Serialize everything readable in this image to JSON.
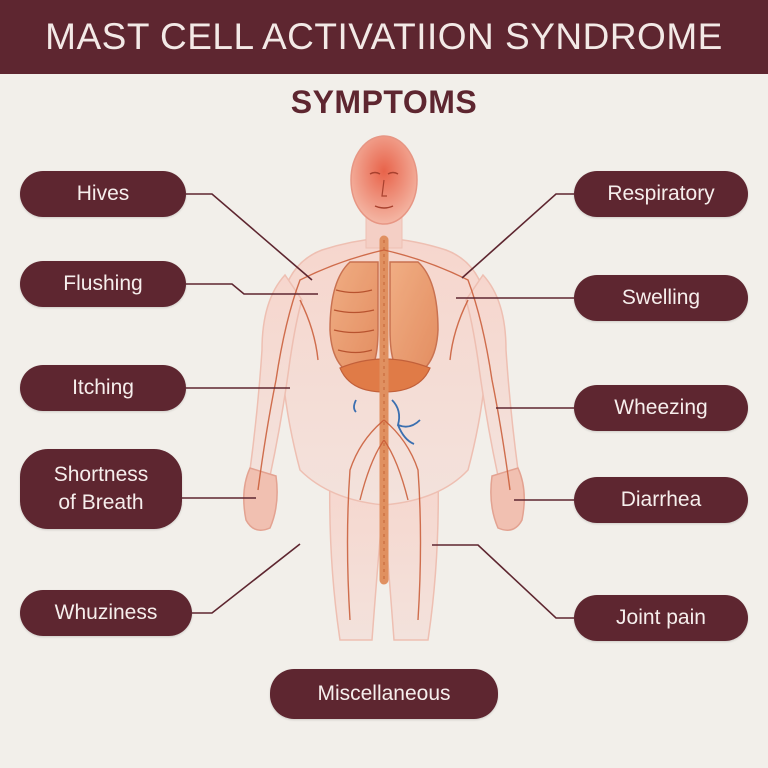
{
  "header": {
    "title": "MAST CELL ACTIVATIION SYNDROME",
    "subtitle": "SYMPTOMS"
  },
  "symptoms": {
    "left": [
      {
        "label": "Hives"
      },
      {
        "label": "Flushing"
      },
      {
        "label": "Itching"
      },
      {
        "label": "Shortness\nof Breath"
      },
      {
        "label": "Whuziness"
      }
    ],
    "right": [
      {
        "label": "Respiratory"
      },
      {
        "label": "Swelling"
      },
      {
        "label": "Wheezing"
      },
      {
        "label": "Diarrhea"
      },
      {
        "label": "Joint pain"
      }
    ],
    "bottom": {
      "label": "Miscellaneous"
    }
  },
  "colors": {
    "banner": "#5e2630",
    "background": "#f2efea",
    "pill": "#5e2630",
    "pill_text": "#f6eeec",
    "body_skin": "#f3d3cc",
    "nerves": "#c95a35",
    "organs": "#e9915a",
    "veins": "#3b6fb0"
  }
}
